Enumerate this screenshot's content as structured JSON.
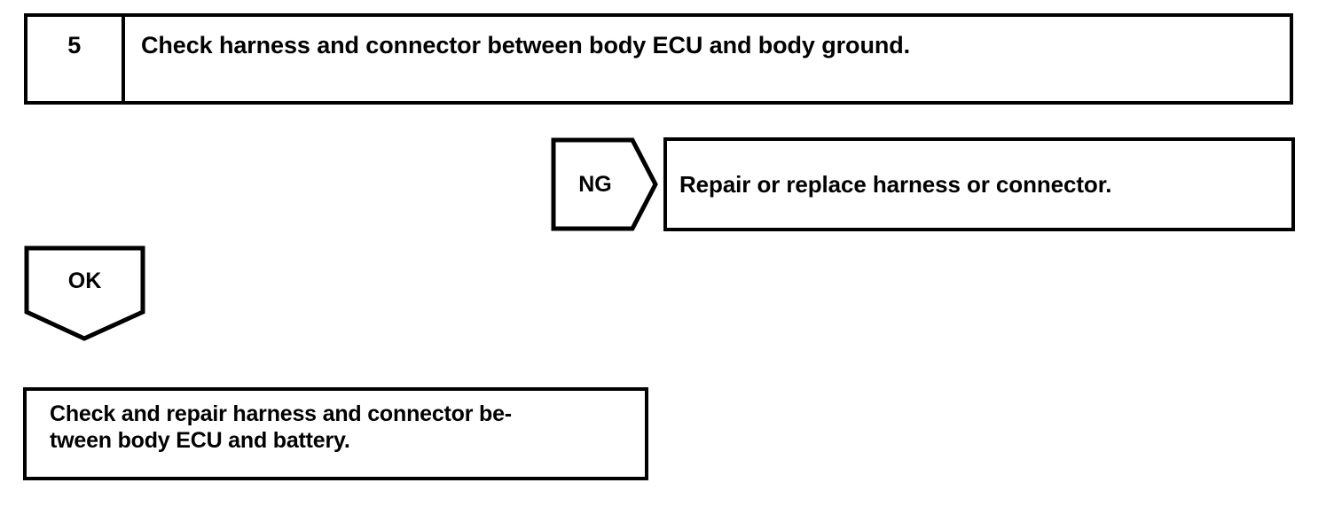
{
  "diagram": {
    "type": "troubleshooting-flowchart",
    "colors": {
      "line": "#000000",
      "background": "#ffffff",
      "text": "#000000"
    },
    "step": {
      "number": "5",
      "title": "Check harness and connector between body ECU and body ground."
    },
    "branches": {
      "ng": {
        "label": "NG",
        "result": "Repair or replace harness or connector."
      },
      "ok": {
        "label": "OK",
        "result": "Check and repair harness and connector be-\ntween body ECU and battery."
      }
    }
  }
}
